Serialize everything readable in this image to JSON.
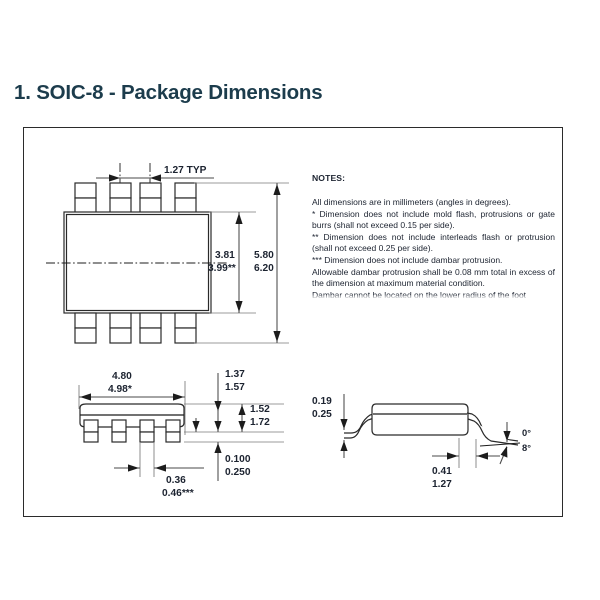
{
  "page": {
    "title": "1. SOIC-8 - Package Dimensions",
    "background_color": "#ffffff",
    "title_color": "#1c3c4c",
    "frame_color": "#2b2b2b"
  },
  "notes": {
    "heading": "NOTES:",
    "lines": [
      "All dimensions are in millimeters (angles in degrees).",
      "* Dimension does not include mold flash, protrusions or gate burrs (shall not exceed 0.15 per side).",
      "** Dimension does not include interleads flash or protrusion (shall not exceed 0.25 per side).",
      "*** Dimension does not include dambar protrusion.",
      "Allowable dambar protrusion shall be 0.08 mm total in excess of the dimension at maximum material condition.",
      "Dambar cannot be located on the lower radius of the foot"
    ]
  },
  "views": {
    "top_view": {
      "name": "top-view",
      "pin_count": 8,
      "dimensions": {
        "pitch": "1.27 TYP",
        "body_width_nom": "3.81",
        "body_width_max": "3.99**",
        "overall_width_min": "5.80",
        "overall_width_max": "6.20"
      }
    },
    "front_view": {
      "name": "front-view",
      "dimensions": {
        "body_length_nom": "4.80",
        "body_length_max": "4.98*",
        "body_height_min": "1.37",
        "body_height_max": "1.57",
        "overall_height_min": "1.52",
        "overall_height_max": "1.72",
        "standoff_min": "0.100",
        "standoff_max": "0.250",
        "lead_width_min": "0.36",
        "lead_width_max": "0.46***"
      }
    },
    "side_detail_view": {
      "name": "lead-detail-view",
      "dimensions": {
        "lead_thickness_min": "0.19",
        "lead_thickness_max": "0.25",
        "foot_length_min": "0.41",
        "foot_length_max": "1.27",
        "lead_angle_min": "0°",
        "lead_angle_max": "8°"
      }
    }
  }
}
